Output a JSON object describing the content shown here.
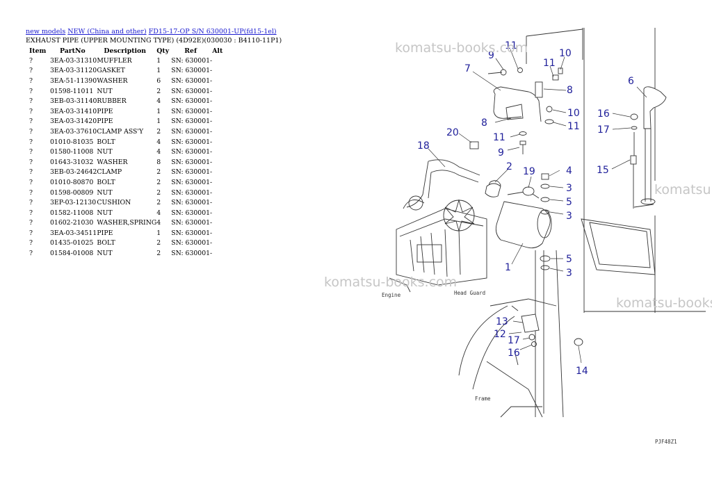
{
  "breadcrumb": {
    "link_new_models": "new models",
    "link_region": "NEW (China and other)",
    "link_model": "FD15-17-OP S/N 630001-UP(fd15-1el)"
  },
  "page_title": "EXHAUST PIPE (UPPER MOUNTING TYPE) (4D92E)(030030 : B4110-11P1)",
  "table": {
    "headers": {
      "item": "Item",
      "partno": "PartNo",
      "description": "Description",
      "qty": "Qty",
      "ref": "Ref",
      "alt": "Alt"
    },
    "rows": [
      {
        "item": "?",
        "partno": "3EA-03-31310",
        "description": "MUFFLER",
        "qty": "1",
        "ref": "SN: 630001-"
      },
      {
        "item": "?",
        "partno": "3EA-03-31120",
        "description": "GASKET",
        "qty": "1",
        "ref": "SN: 630001-"
      },
      {
        "item": "?",
        "partno": "3EA-51-11390",
        "description": "WASHER",
        "qty": "6",
        "ref": "SN: 630001-"
      },
      {
        "item": "?",
        "partno": "01598-11011",
        "description": "NUT",
        "qty": "2",
        "ref": "SN: 630001-"
      },
      {
        "item": "?",
        "partno": "3EB-03-31140",
        "description": "RUBBER",
        "qty": "4",
        "ref": "SN: 630001-"
      },
      {
        "item": "?",
        "partno": "3EA-03-31410",
        "description": "PIPE",
        "qty": "1",
        "ref": "SN: 630001-"
      },
      {
        "item": "?",
        "partno": "3EA-03-31420",
        "description": "PIPE",
        "qty": "1",
        "ref": "SN: 630001-"
      },
      {
        "item": "?",
        "partno": "3EA-03-37610",
        "description": "CLAMP ASS'Y",
        "qty": "2",
        "ref": "SN: 630001-"
      },
      {
        "item": "?",
        "partno": "01010-81035",
        "description": "BOLT",
        "qty": "4",
        "ref": "SN: 630001-"
      },
      {
        "item": "?",
        "partno": "01580-11008",
        "description": "NUT",
        "qty": "4",
        "ref": "SN: 630001-"
      },
      {
        "item": "?",
        "partno": "01643-31032",
        "description": "WASHER",
        "qty": "8",
        "ref": "SN: 630001-"
      },
      {
        "item": "?",
        "partno": "3EB-03-24642",
        "description": "CLAMP",
        "qty": "2",
        "ref": "SN: 630001-"
      },
      {
        "item": "?",
        "partno": "01010-80870",
        "description": "BOLT",
        "qty": "2",
        "ref": "SN: 630001-"
      },
      {
        "item": "?",
        "partno": "01598-00809",
        "description": "NUT",
        "qty": "2",
        "ref": "SN: 630001-"
      },
      {
        "item": "?",
        "partno": "3EP-03-12130",
        "description": "CUSHION",
        "qty": "2",
        "ref": "SN: 630001-"
      },
      {
        "item": "?",
        "partno": "01582-11008",
        "description": "NUT",
        "qty": "4",
        "ref": "SN: 630001-"
      },
      {
        "item": "?",
        "partno": "01602-21030",
        "description": "WASHER,SPRING",
        "qty": "4",
        "ref": "SN: 630001-"
      },
      {
        "item": "?",
        "partno": "3EA-03-34511",
        "description": "PIPE",
        "qty": "1",
        "ref": "SN: 630001-"
      },
      {
        "item": "?",
        "partno": "01435-01025",
        "description": "BOLT",
        "qty": "2",
        "ref": "SN: 630001-"
      },
      {
        "item": "?",
        "partno": "01584-01008",
        "description": "NUT",
        "qty": "2",
        "ref": "SN: 630001-"
      }
    ]
  },
  "diagram": {
    "watermark": "komatsu-books.com",
    "watermark_cut": "komatsu",
    "label_engine": "Engine",
    "label_head_guard": "Head Guard",
    "label_frame": "Frame",
    "drawing_code": "PJF48Z1",
    "callouts": {
      "c1": "1",
      "c2": "2",
      "c3a": "3",
      "c3b": "3",
      "c3c": "3",
      "c4": "4",
      "c5a": "5",
      "c5b": "5",
      "c6": "6",
      "c7": "7",
      "c8a": "8",
      "c8b": "8",
      "c9a": "9",
      "c9b": "9",
      "c10a": "10",
      "c10b": "10",
      "c11a": "11",
      "c11b": "11",
      "c11c": "11",
      "c11d": "11",
      "c12": "12",
      "c13": "13",
      "c14": "14",
      "c15": "15",
      "c16a": "16",
      "c16b": "16",
      "c17a": "17",
      "c17b": "17",
      "c18": "18",
      "c19": "19",
      "c20": "20"
    }
  }
}
